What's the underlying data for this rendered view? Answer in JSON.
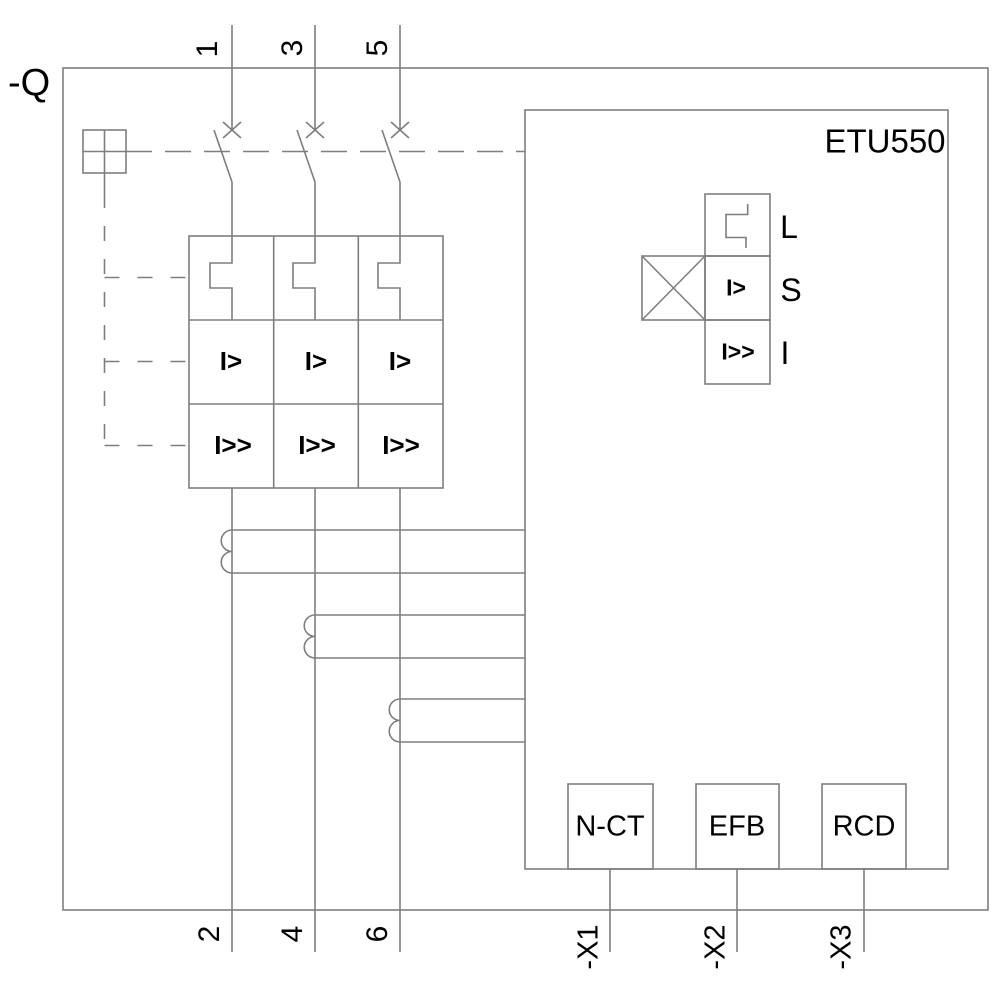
{
  "device_label": "-Q",
  "trip_unit_label": "ETU550",
  "top_terminals": [
    "1",
    "3",
    "5"
  ],
  "bottom_terminals": [
    "2",
    "4",
    "6"
  ],
  "aux_terminals": [
    "-X1",
    "-X2",
    "-X3"
  ],
  "modules": [
    "N-CT",
    "EFB",
    "RCD"
  ],
  "trip_grid": {
    "short_time_symbol": "I>",
    "instantaneous_symbol": "I>>"
  },
  "etu_functions": {
    "long_time_label": "L",
    "short_time_label": "S",
    "instantaneous_label": "I",
    "short_time_symbol": "I>",
    "instantaneous_symbol": "I>>"
  },
  "icons": {
    "breaker_contact": "breaker-contact-icon",
    "current_transformer": "current-transformer-icon",
    "mechanism": "mechanism-box-icon",
    "long_time_trip": "long-time-trip-icon",
    "crossed_box": "crossed-box-icon"
  },
  "colors": {
    "line": "#7e7e7e",
    "text": "#000000",
    "background": "#ffffff"
  }
}
